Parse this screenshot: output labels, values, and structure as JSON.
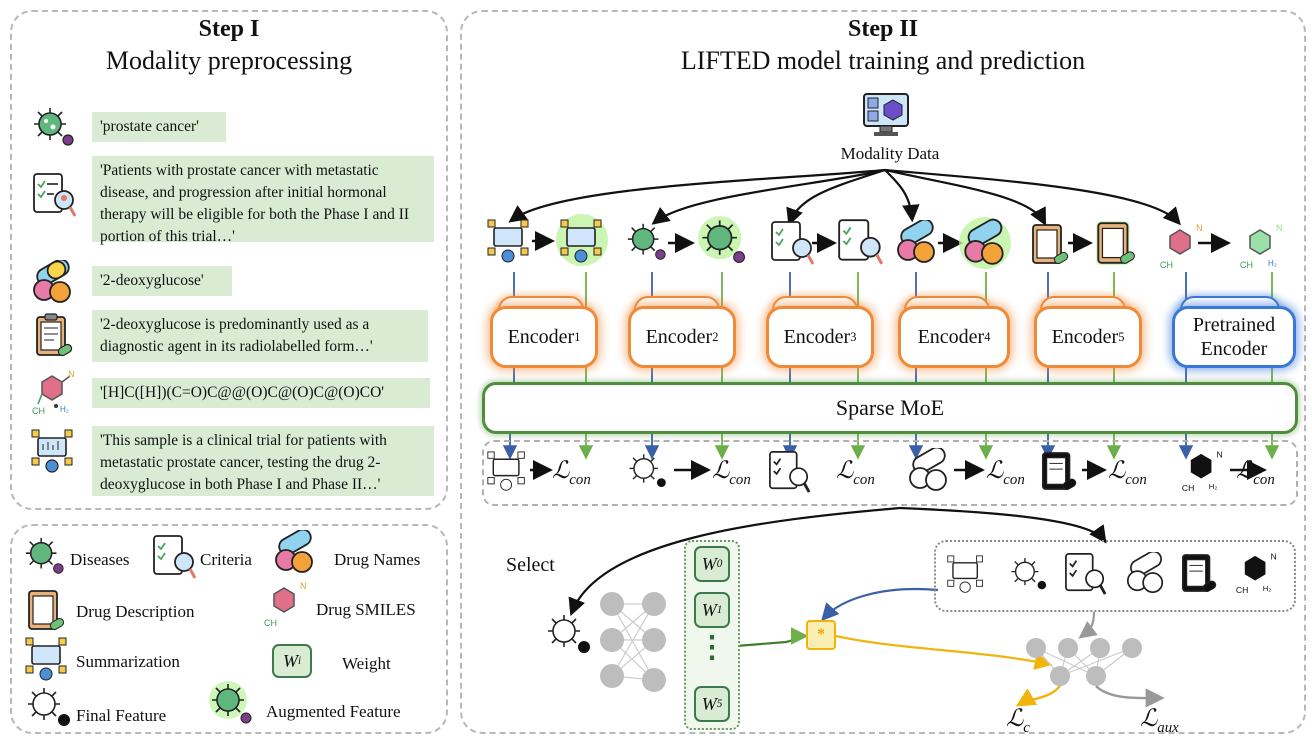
{
  "step1": {
    "title": "Step I",
    "subtitle": "Modality preprocessing",
    "items": [
      {
        "icon": "disease-virus-icon",
        "text": "'prostate cancer'"
      },
      {
        "icon": "criteria-clipboard-icon",
        "text": "'Patients with prostate cancer with metastatic disease, and progression after initial hormonal therapy will be eligible for both the Phase I and II portion of this trial…'"
      },
      {
        "icon": "drug-capsule-icon",
        "text": "'2-deoxyglucose'"
      },
      {
        "icon": "drug-description-icon",
        "text": "'2-deoxyglucose is predominantly used as a diagnostic agent in its radiolabelled form…'"
      },
      {
        "icon": "molecule-icon",
        "text": "'[H]C([H])(C=O)C@@(O)C@(O)C@(O)CO'"
      },
      {
        "icon": "summarization-icon",
        "text": "'This sample is a clinical trial for patients with metastatic prostate cancer, testing the drug 2-deoxyglucose in both Phase I and Phase II…'"
      }
    ]
  },
  "legend": {
    "diseases": "Diseases",
    "criteria": "Criteria",
    "drug_names": "Drug Names",
    "drug_description": "Drug Description",
    "drug_smiles": "Drug SMILES",
    "summarization": "Summarization",
    "weight_symbol": "W",
    "weight_sub": "i",
    "weight": "Weight",
    "final_feature": "Final Feature",
    "augmented_feature": "Augmented Feature"
  },
  "step2": {
    "title": "Step II",
    "subtitle": "LIFTED model training and prediction",
    "modality_data": "Modality Data",
    "encoder_label": "Encoder",
    "encoders": [
      "1",
      "2",
      "3",
      "4",
      "5"
    ],
    "pretrained_line1": "Pretrained",
    "pretrained_line2": "Encoder",
    "moe": "Sparse MoE",
    "lcon": "ℒ",
    "lcon_sub": "con",
    "select": "Select",
    "weights": [
      "0",
      "1",
      "5"
    ],
    "weights_dots": "⋮",
    "multiply": "*",
    "lc": "ℒ",
    "lc_sub": "c",
    "laux": "ℒ",
    "laux_sub": "aux"
  },
  "colors": {
    "orange": "#f08a38",
    "blue": "#3a78d8",
    "green": "#4e8f3c",
    "yellow": "#f2b30c",
    "text_bg": "#d9ecd3"
  }
}
